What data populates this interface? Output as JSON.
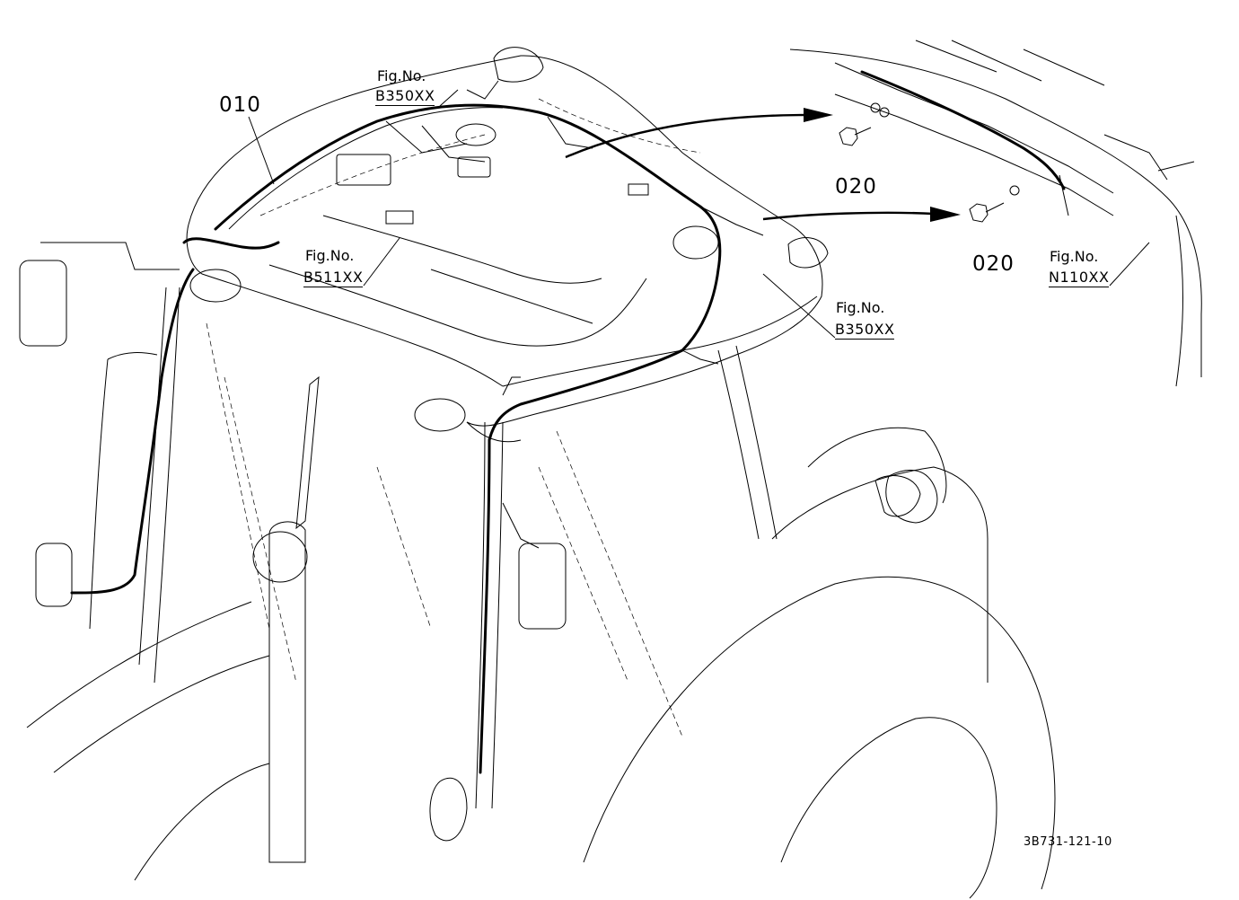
{
  "diagram": {
    "part_labels": {
      "harness": "010",
      "bolt_upper": "020",
      "bolt_lower": "020"
    },
    "figure_refs": {
      "top_prefix": "Fig.No.",
      "top_code": "B350XX",
      "mid_prefix": "Fig.No.",
      "mid_code": "B511XX",
      "right_prefix": "Fig.No.",
      "right_code": "B350XX",
      "frame_prefix": "Fig.No.",
      "frame_code": "N110XX"
    },
    "drawing_code": "3B731-121-10"
  }
}
